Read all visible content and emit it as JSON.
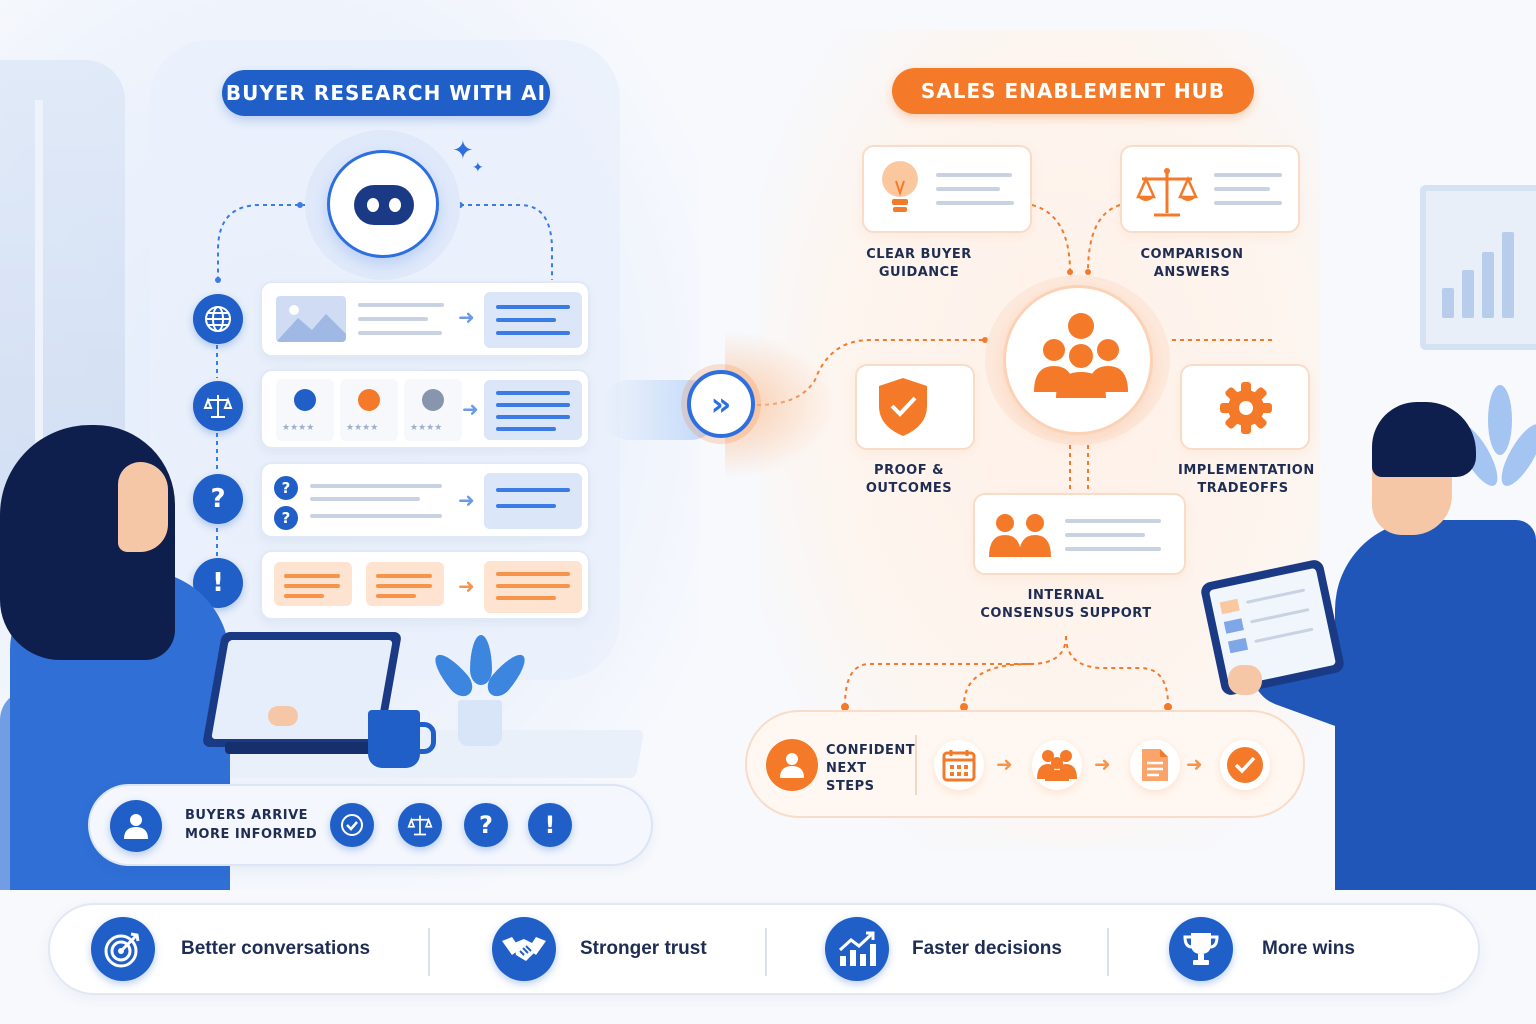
{
  "colors": {
    "blue": "#1f5fc7",
    "orange": "#f47a2a",
    "navy": "#1f2d52"
  },
  "left": {
    "title": "BUYER RESEARCH WITH AI",
    "rows": [
      {
        "icon": "globe-icon"
      },
      {
        "icon": "scale-icon"
      },
      {
        "icon": "question-icon",
        "glyph": "?"
      },
      {
        "icon": "exclamation-icon",
        "glyph": "!"
      }
    ],
    "ratings": [
      "★★★★",
      "★★★★",
      "★★★★"
    ],
    "footer": {
      "label": "BUYERS ARRIVE MORE INFORMED",
      "icons": [
        "check-icon",
        "scale-icon",
        "question-icon",
        "exclamation-icon"
      ],
      "q": "?",
      "ex": "!"
    }
  },
  "connector": {
    "glyph": "»"
  },
  "right": {
    "title": "SALES ENABLEMENT HUB",
    "cards": {
      "guidance": "CLEAR BUYER GUIDANCE",
      "comparison": "COMPARISON ANSWERS",
      "proof": "PROOF & OUTCOMES",
      "implementation": "IMPLEMENTATION TRADEOFFS",
      "consensus": "INTERNAL CONSENSUS SUPPORT"
    },
    "next_steps": {
      "label": "CONFIDENT NEXT STEPS",
      "steps": [
        "calendar-icon",
        "people-icon",
        "document-icon",
        "check-icon"
      ]
    }
  },
  "benefits": [
    {
      "icon": "target-icon",
      "label": "Better conversations"
    },
    {
      "icon": "handshake-icon",
      "label": "Stronger trust"
    },
    {
      "icon": "growth-chart-icon",
      "label": "Faster decisions"
    },
    {
      "icon": "trophy-icon",
      "label": "More wins"
    }
  ]
}
